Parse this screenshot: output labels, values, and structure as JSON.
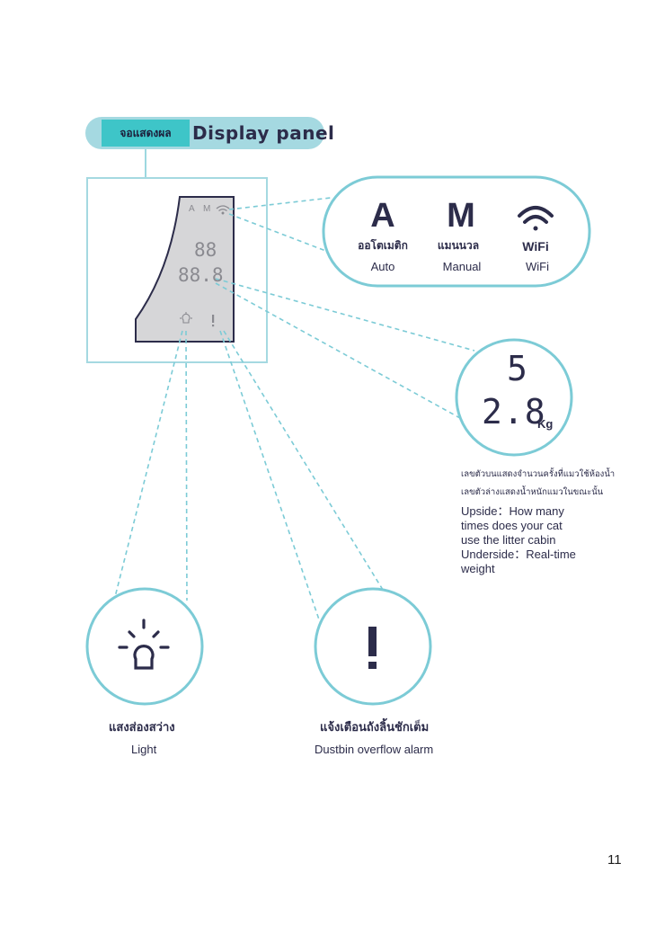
{
  "header": {
    "label_th": "จอแสดงผล",
    "label_en": "Display panel"
  },
  "screen": {
    "mode_a": "A",
    "mode_m": "M",
    "digits_top": "88",
    "digits_bottom": "88.8"
  },
  "modes": [
    {
      "symbol": "A",
      "label_th": "ออโตเมติก",
      "label_en": "Auto"
    },
    {
      "symbol": "M",
      "label_th": "แมนนวล",
      "label_en": "Manual"
    },
    {
      "symbol": "wifi-icon",
      "label_th": "WiFi",
      "label_en": "WiFi"
    }
  ],
  "weight": {
    "upper": "5",
    "lower": "2.8",
    "unit": "Kg",
    "desc_th_1": "เลขตัวบนแสดงจำนวนครั้งที่แมวใช้ห้องน้ำ",
    "desc_th_2": "เลขตัวล่างแสดงน้ำหนักแมวในขณะนั้น",
    "desc_en": "Upside：How many\ntimes does your cat\nuse the litter cabin\nUnderside：Real-time\nweight"
  },
  "light": {
    "icon": "bulb-icon",
    "label_th": "แสงส่องสว่าง",
    "label_en": "Light"
  },
  "alarm": {
    "icon": "exclamation-icon",
    "label_th": "แจ้งเตือนถังลิ้นชักเต็ม",
    "label_en": "Dustbin overflow alarm"
  },
  "page_number": "11",
  "colors": {
    "accent": "#3ec5c8",
    "pill": "#a5d9e1",
    "circle_stroke": "#7ccbd6",
    "dashed": "#7ccbd6",
    "screen": "#d6d6d8",
    "ink": "#2c2c4a"
  }
}
